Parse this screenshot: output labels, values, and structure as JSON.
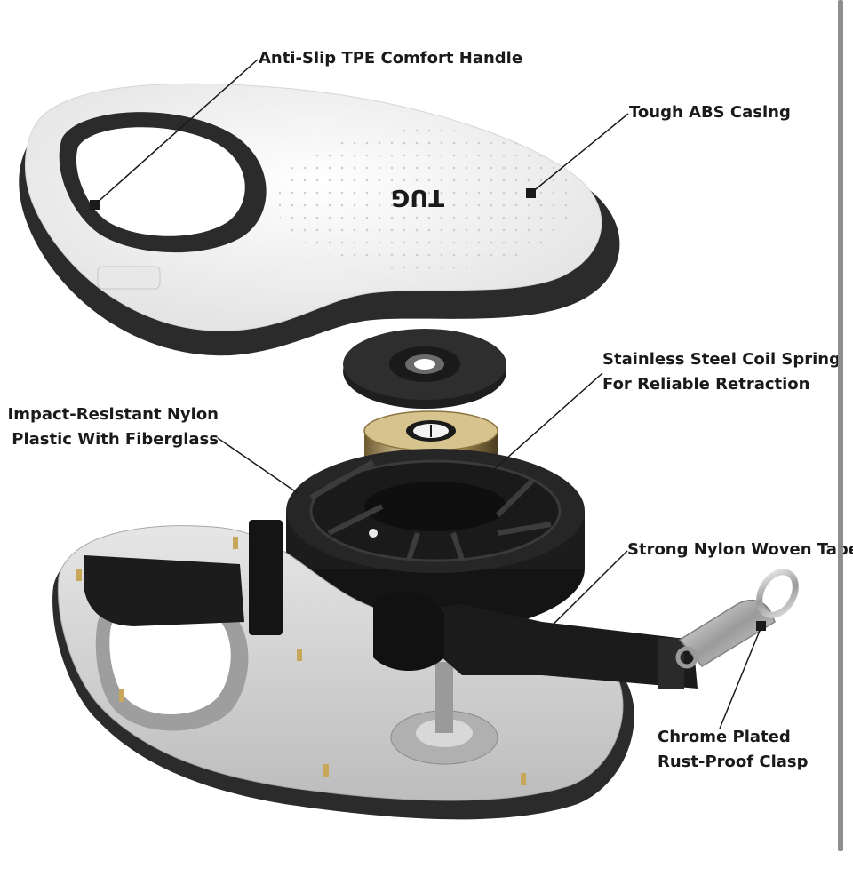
{
  "diagram": {
    "brand_logo_text": "TUG",
    "callouts": [
      {
        "id": "handle",
        "lines": [
          "Anti-Slip TPE Comfort Handle"
        ]
      },
      {
        "id": "casing",
        "lines": [
          "Tough ABS Casing"
        ]
      },
      {
        "id": "spring",
        "lines": [
          "Stainless Steel Coil Spring",
          "For Reliable Retraction"
        ]
      },
      {
        "id": "nylon",
        "lines": [
          "Impact-Resistant Nylon",
          "Plastic With Fiberglass"
        ]
      },
      {
        "id": "tape",
        "lines": [
          "Strong Nylon Woven Tape"
        ]
      },
      {
        "id": "clasp",
        "lines": [
          "Chrome Plated",
          "Rust-Proof Clasp"
        ]
      }
    ],
    "colors": {
      "casing_white": "#f3f3f3",
      "rubber_black": "#2b2b2b",
      "nylon_black": "#1c1c1c",
      "spring_gold": "#b59a60",
      "base_grey": "#cfcfcf",
      "chrome": "#c8c8c8"
    }
  }
}
